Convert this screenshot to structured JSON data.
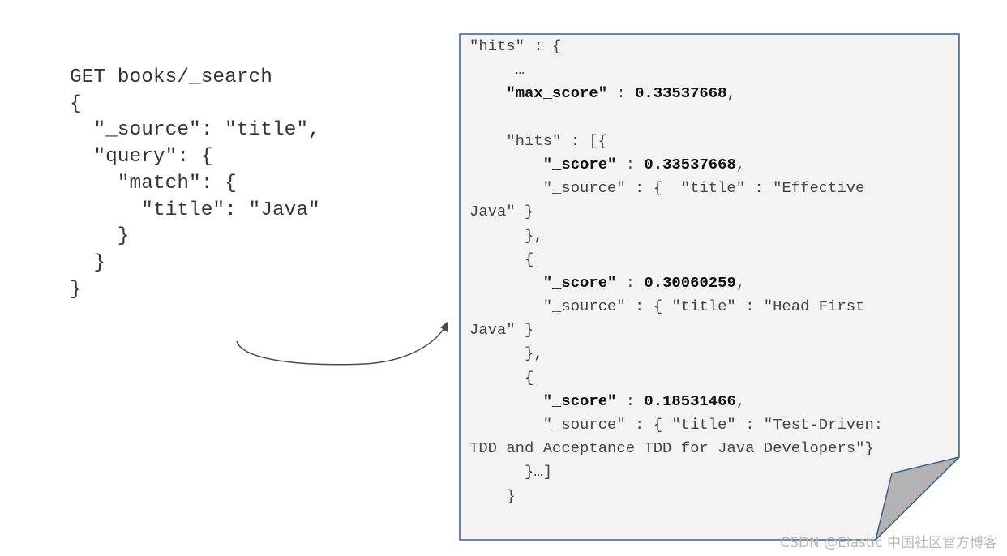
{
  "request": {
    "lines": [
      "GET books/_search",
      "{",
      "  \"_source\": \"title\",",
      "  \"query\": {",
      "    \"match\": {",
      "      \"title\": \"Java\"",
      "    }",
      "  }",
      "}"
    ]
  },
  "response": {
    "lines": [
      "\"hits\" : {",
      "     …",
      "    \"max_score\" : 0.33537668,",
      "",
      "    \"hits\" : [{",
      "        \"_score\" : 0.33537668,",
      "        \"_source\" : {  \"title\" : \"Effective",
      "Java\" }",
      "      },",
      "      {",
      "        \"_score\" : 0.30060259,",
      "        \"_source\" : { \"title\" : \"Head First",
      "Java\" }",
      "      },",
      "      {",
      "        \"_score\" : 0.18531466,",
      "        \"_source\" : { \"title\" : \"Test-Driven:",
      "TDD and Acceptance TDD for Java Developers\"}",
      "      }…]",
      "    }"
    ],
    "emphasis": [
      "\"max_score\"",
      "\"_score\"",
      "0.33537668",
      "0.30060259",
      "0.18531466"
    ]
  },
  "watermark": "CSDN @Elastic 中国社区官方博客",
  "colors": {
    "page_fill": "#f3f3f3",
    "page_border": "#3b5f86",
    "page_curl": "#b3b3b3",
    "arrow": "#4a4a4a",
    "text": "#333333",
    "watermark": "#b8b8b8"
  }
}
